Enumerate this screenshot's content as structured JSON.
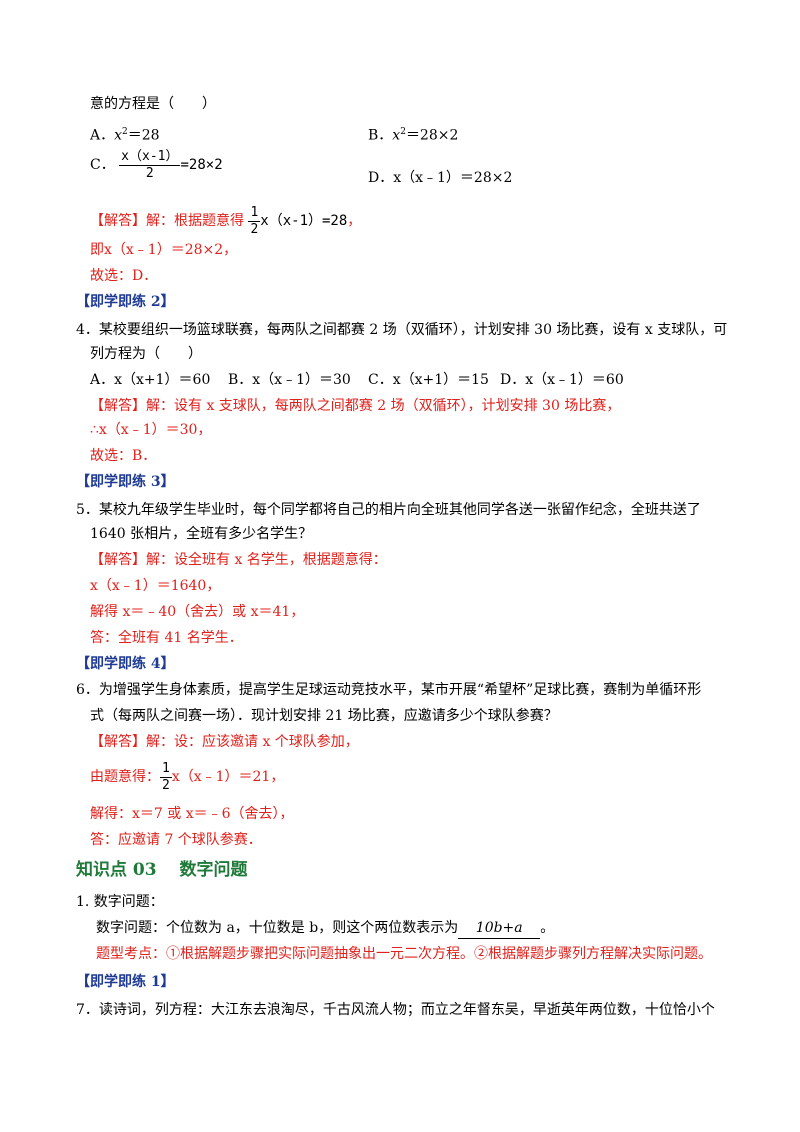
{
  "q3": {
    "stem_tail": "意的方程是（　　）",
    "optA_prefix": "A．",
    "optA_var": "x",
    "optA_sup": "2",
    "optA_rest": "＝28",
    "optB_prefix": "B．",
    "optB_var": "x",
    "optB_sup": "2",
    "optB_rest": "＝28×2",
    "optC_prefix": "C．",
    "optC_num": "x（x-1）",
    "optC_den": "2",
    "optC_rest": "=28×2",
    "optD": "D．x（x﹣1）＝28×2",
    "ans_tag": "【解答】",
    "ans_text": "解：根据题意得",
    "ans_frac_num": "1",
    "ans_frac_den": "2",
    "ans_expr": "x（x-1）=28",
    "ans_comma": "，",
    "ans_line2": "即x（x﹣1）＝28×2，",
    "ans_line3": "故选：D．"
  },
  "drill2": {
    "header": "【即学即练 2】"
  },
  "q4": {
    "line1": "4．某校要组织一场篮球联赛，每两队之间都赛 2 场（双循环），计划安排 30 场比赛，设有 x 支球队，可",
    "line2": "列方程为（　　）",
    "optA": "A．x（x+1）＝60",
    "optB": "B．x（x﹣1）＝30",
    "optC": "C．x（x+1）＝15",
    "optD": "D．x（x﹣1）＝60",
    "ans_line1": "【解答】解：设有 x 支球队，每两队之间都赛 2 场（双循环），计划安排 30 场比赛，",
    "ans_line2": "∴x（x﹣1）＝30，",
    "ans_line3": "故选：B．"
  },
  "drill3": {
    "header": "【即学即练 3】"
  },
  "q5": {
    "line1": "5．某校九年级学生毕业时，每个同学都将自己的相片向全班其他同学各送一张留作纪念，全班共送了",
    "line2": "1640 张相片，全班有多少名学生？",
    "ans_line1": "【解答】解：设全班有 x 名学生，根据题意得：",
    "ans_line2": "x（x﹣1）＝1640，",
    "ans_line3": "解得 x＝﹣40（舍去）或 x＝41，",
    "ans_line4": "答：全班有 41 名学生．"
  },
  "drill4": {
    "header": "【即学即练 4】"
  },
  "q6": {
    "line1": "6．为增强学生身体素质，提高学生足球运动竞技水平，某市开展“希望杯”足球比赛，赛制为单循环形",
    "line2": "式（每两队之间赛一场）．现计划安排 21 场比赛，应邀请多少个球队参赛？",
    "ans_line1": "【解答】解：设：应该邀请 x 个球队参加，",
    "ans_frac_num": "1",
    "ans_frac_den": "2",
    "ans_line2_prefix": "由题意得：",
    "ans_line2_rest": "x（x﹣1）＝21，",
    "ans_line3": "解得：x＝7 或 x＝﹣6（舍去），",
    "ans_line4": "答：应邀请 7 个球队参赛．"
  },
  "section": {
    "title": "知识点 03　 数字问题",
    "item1": "1. 数字问题：",
    "desc_prefix": "数字问题：个位数为 a，十位数是 b，则这个两位数表示为",
    "desc_answer": "10b+a",
    "desc_suffix": "。",
    "hint": "题型考点：①根据解题步骤把实际问题抽象出一元二次方程。②根据解题步骤列方程解决实际问题。"
  },
  "drill1": {
    "header": "【即学即练 1】"
  },
  "q7": {
    "line1": "7．读诗词，列方程：大江东去浪淘尽，千古风流人物；而立之年督东吴，早逝英年两位数，十位恰小个"
  }
}
